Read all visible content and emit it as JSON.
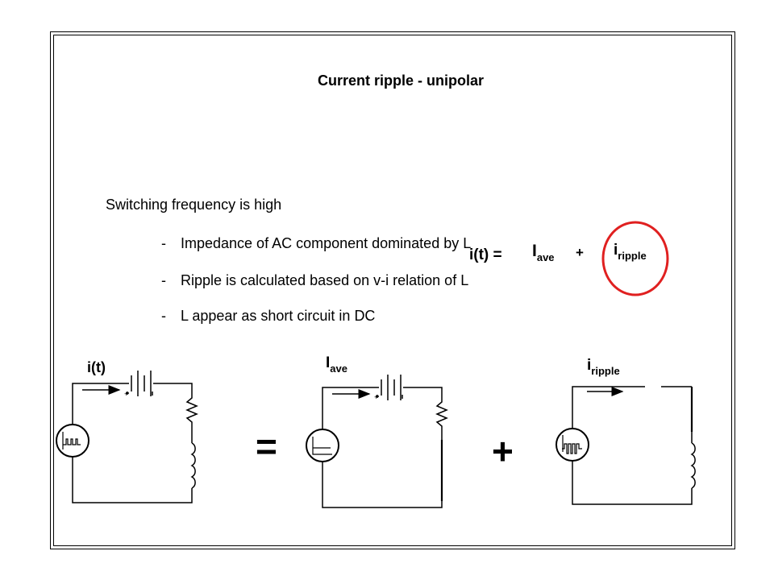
{
  "title": "Current ripple - unipolar",
  "heading": "Switching frequency is high",
  "bullets": [
    {
      "dash": "-",
      "text": "Impedance of AC component dominated by L"
    },
    {
      "dash": "-",
      "text": "Ripple is calculated based on v-i relation of L"
    },
    {
      "dash": "-",
      "text": "L appear as short circuit in DC"
    }
  ],
  "equation": {
    "lhs": "i(t) =",
    "ave_main": "I",
    "ave_sub": "ave",
    "plus": "+",
    "ripple_main": "i",
    "ripple_sub": "ripple",
    "highlight_color": "#e02020"
  },
  "circuits": {
    "left_label": "i(t)",
    "middle_label_main": "I",
    "middle_label_sub": "ave",
    "right_label_main": "i",
    "right_label_sub": "ripple",
    "equals": "=",
    "plus": "+",
    "battery_plus": "+",
    "battery_minus": "-"
  }
}
